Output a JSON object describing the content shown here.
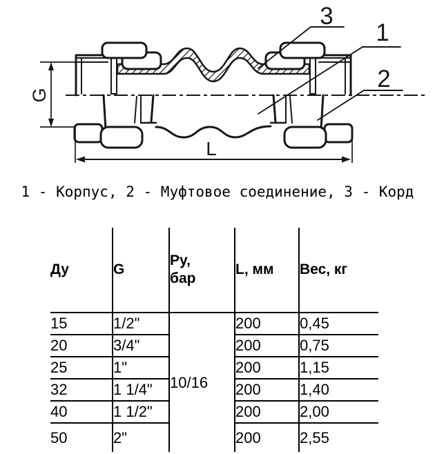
{
  "drawing": {
    "callout_1": "1",
    "callout_2": "2",
    "callout_3": "3",
    "dim_diameter": "G",
    "dim_length": "L"
  },
  "caption": "1 - Корпус, 2 - Муфтовое соединение, 3 - Корд",
  "table": {
    "headers": {
      "du": "Ду",
      "g": "G",
      "py_line1": "Ру,",
      "py_line2": "бар",
      "l": "L, мм",
      "ves": "Вес, кг"
    },
    "py_merged_value": "10/16",
    "rows": [
      {
        "du": "15",
        "g": "1/2\"",
        "l": "200",
        "ves": "0,45"
      },
      {
        "du": "20",
        "g": "3/4\"",
        "l": "200",
        "ves": "0,75"
      },
      {
        "du": "25",
        "g": "1\"",
        "l": "200",
        "ves": "1,15"
      },
      {
        "du": "32",
        "g": "1 1/4\"",
        "l": "200",
        "ves": "1,40"
      },
      {
        "du": "40",
        "g": "1 1/2\"",
        "l": "200",
        "ves": "2,00"
      },
      {
        "du": "50",
        "g": "2\"",
        "l": "200",
        "ves": "2,55"
      }
    ]
  }
}
